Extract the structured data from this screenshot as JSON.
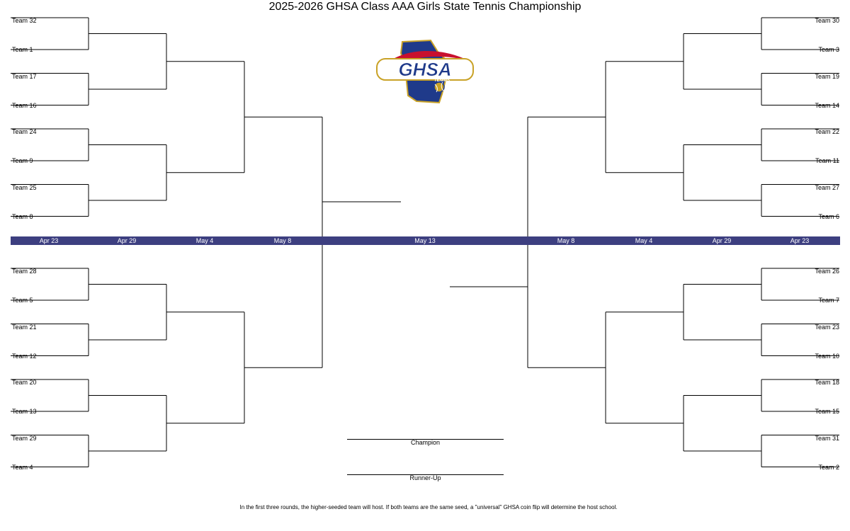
{
  "title": "2025-2026 GHSA Class AAA Girls State Tennis Championship",
  "logo": {
    "name": "GHSA",
    "sub": "TENNIS",
    "colors": {
      "navy": "#1f3a8a",
      "red": "#c8102e",
      "gold": "#c9a227"
    }
  },
  "left_teams": [
    "Team 32",
    "Team 1",
    "Team 17",
    "Team 16",
    "Team 24",
    "Team 9",
    "Team 25",
    "Team 8",
    "Team 28",
    "Team 5",
    "Team 21",
    "Team 12",
    "Team 20",
    "Team 13",
    "Team 29",
    "Team 4"
  ],
  "right_teams": [
    "Team 30",
    "Team 3",
    "Team 19",
    "Team 14",
    "Team 22",
    "Team 11",
    "Team 27",
    "Team 6",
    "Team 26",
    "Team 7",
    "Team 23",
    "Team 10",
    "Team 18",
    "Team 15",
    "Team 31",
    "Team 2"
  ],
  "dates": [
    "Apr 23",
    "Apr 29",
    "May 4",
    "May 8",
    "May 13",
    "May 8",
    "May 4",
    "Apr 29",
    "Apr 23"
  ],
  "champion_label": "Champion",
  "runnerup_label": "Runner-Up",
  "footnote": "In the first three rounds, the higher-seeded team will host.  If both teams are the same seed, a \"universal\" GHSA coin flip will determine the host school.",
  "colors": {
    "date_bar": "#3d3f80",
    "line": "#000000"
  }
}
